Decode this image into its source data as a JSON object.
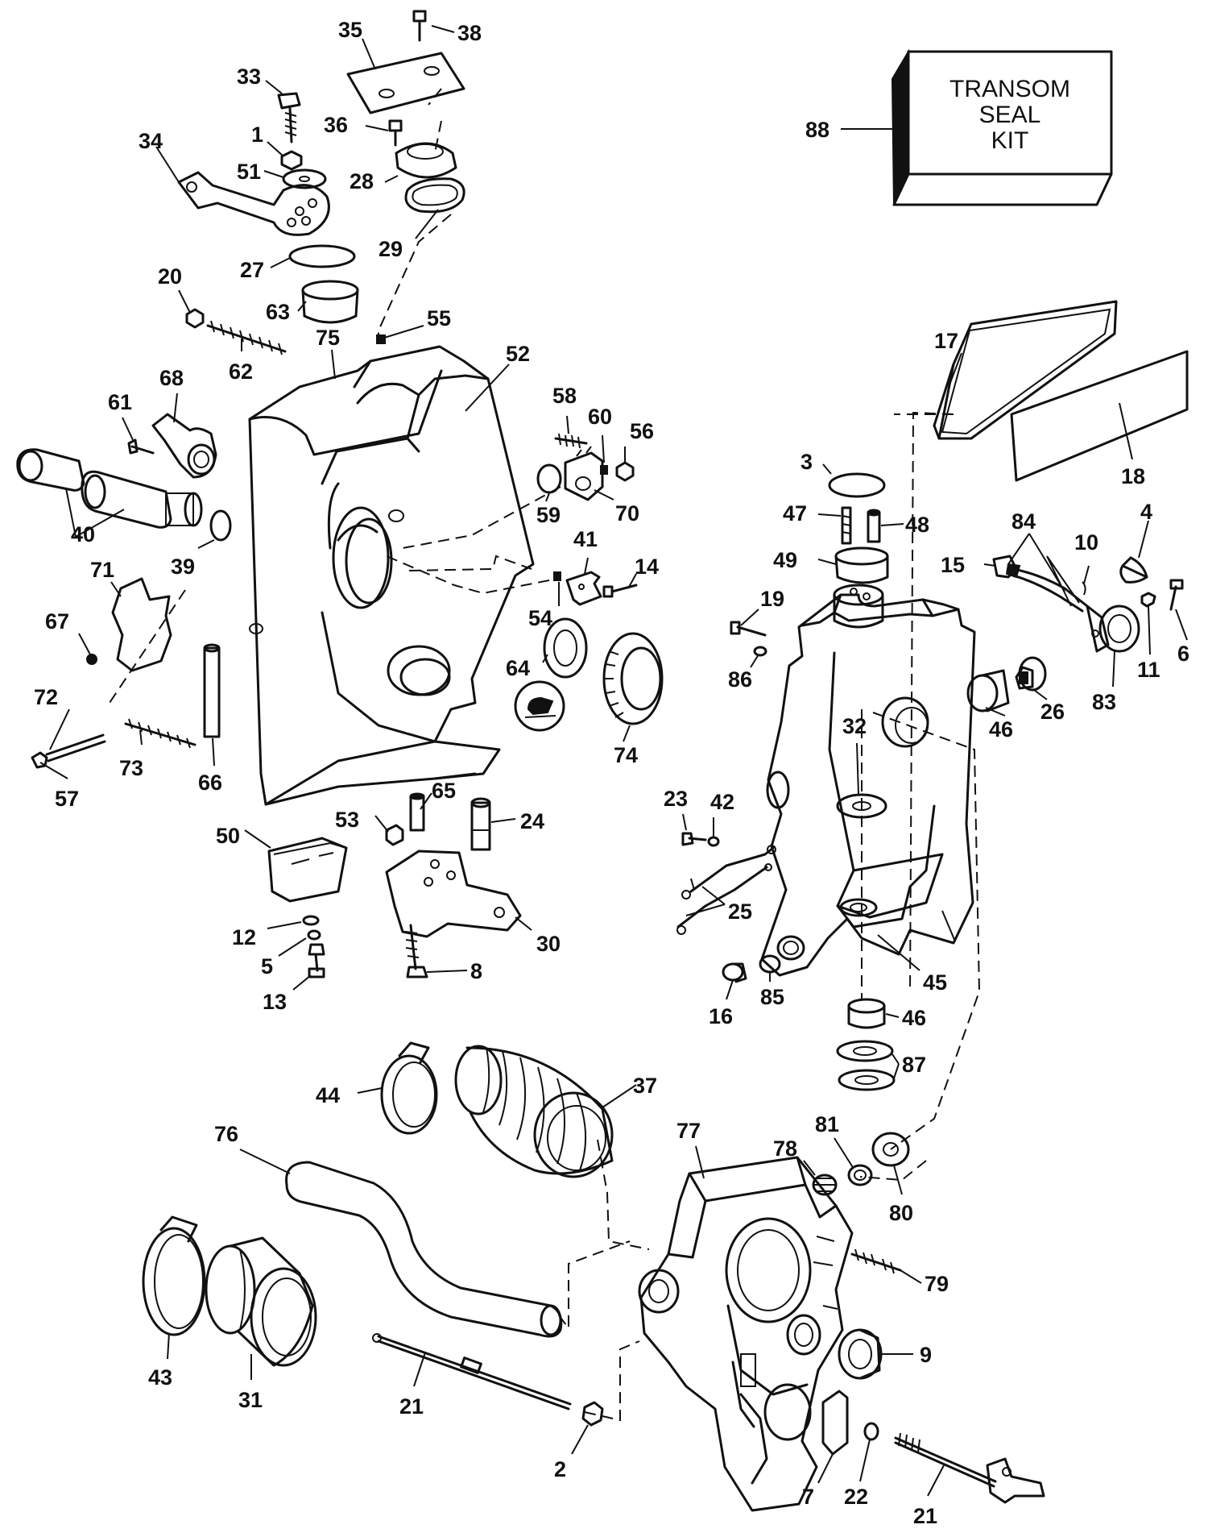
{
  "kit_box": {
    "lines": [
      "TRANSOM",
      "SEAL",
      "KIT"
    ]
  },
  "callouts": [
    {
      "id": "c35",
      "text": "35"
    },
    {
      "id": "c38",
      "text": "38"
    },
    {
      "id": "c33",
      "text": "33"
    },
    {
      "id": "c36",
      "text": "36"
    },
    {
      "id": "c1",
      "text": "1"
    },
    {
      "id": "c34",
      "text": "34"
    },
    {
      "id": "c51",
      "text": "51"
    },
    {
      "id": "c28",
      "text": "28"
    },
    {
      "id": "c29",
      "text": "29"
    },
    {
      "id": "c27",
      "text": "27"
    },
    {
      "id": "c20",
      "text": "20"
    },
    {
      "id": "c63",
      "text": "63"
    },
    {
      "id": "c55",
      "text": "55"
    },
    {
      "id": "c75",
      "text": "75"
    },
    {
      "id": "c52",
      "text": "52"
    },
    {
      "id": "c62",
      "text": "62"
    },
    {
      "id": "c68",
      "text": "68"
    },
    {
      "id": "c61",
      "text": "61"
    },
    {
      "id": "c58",
      "text": "58"
    },
    {
      "id": "c60",
      "text": "60"
    },
    {
      "id": "c56",
      "text": "56"
    },
    {
      "id": "c59",
      "text": "59"
    },
    {
      "id": "c70",
      "text": "70"
    },
    {
      "id": "c40",
      "text": "40"
    },
    {
      "id": "c39",
      "text": "39"
    },
    {
      "id": "c71",
      "text": "71"
    },
    {
      "id": "c41",
      "text": "41"
    },
    {
      "id": "c14",
      "text": "14"
    },
    {
      "id": "c54",
      "text": "54"
    },
    {
      "id": "c67",
      "text": "67"
    },
    {
      "id": "c64",
      "text": "64"
    },
    {
      "id": "c72",
      "text": "72"
    },
    {
      "id": "c74",
      "text": "74"
    },
    {
      "id": "c73",
      "text": "73"
    },
    {
      "id": "c66",
      "text": "66"
    },
    {
      "id": "c57",
      "text": "57"
    },
    {
      "id": "c65",
      "text": "65"
    },
    {
      "id": "c53",
      "text": "53"
    },
    {
      "id": "c24",
      "text": "24"
    },
    {
      "id": "c50",
      "text": "50"
    },
    {
      "id": "c30",
      "text": "30"
    },
    {
      "id": "c12",
      "text": "12"
    },
    {
      "id": "c5",
      "text": "5"
    },
    {
      "id": "c8",
      "text": "8"
    },
    {
      "id": "c13",
      "text": "13"
    },
    {
      "id": "c88",
      "text": "88"
    },
    {
      "id": "c17",
      "text": "17"
    },
    {
      "id": "c18",
      "text": "18"
    },
    {
      "id": "c3",
      "text": "3"
    },
    {
      "id": "c47",
      "text": "47"
    },
    {
      "id": "c48",
      "text": "48"
    },
    {
      "id": "c49",
      "text": "49"
    },
    {
      "id": "c84",
      "text": "84"
    },
    {
      "id": "c4",
      "text": "4"
    },
    {
      "id": "c15",
      "text": "15"
    },
    {
      "id": "c10",
      "text": "10"
    },
    {
      "id": "c19",
      "text": "19"
    },
    {
      "id": "c6",
      "text": "6"
    },
    {
      "id": "c11",
      "text": "11"
    },
    {
      "id": "c83",
      "text": "83"
    },
    {
      "id": "c86",
      "text": "86"
    },
    {
      "id": "c26",
      "text": "26"
    },
    {
      "id": "c46a",
      "text": "46"
    },
    {
      "id": "c32",
      "text": "32"
    },
    {
      "id": "c23",
      "text": "23"
    },
    {
      "id": "c42",
      "text": "42"
    },
    {
      "id": "c25",
      "text": "25"
    },
    {
      "id": "c45",
      "text": "45"
    },
    {
      "id": "c16",
      "text": "16"
    },
    {
      "id": "c85",
      "text": "85"
    },
    {
      "id": "c46b",
      "text": "46"
    },
    {
      "id": "c87",
      "text": "87"
    },
    {
      "id": "c44",
      "text": "44"
    },
    {
      "id": "c37",
      "text": "37"
    },
    {
      "id": "c76",
      "text": "76"
    },
    {
      "id": "c77",
      "text": "77"
    },
    {
      "id": "c81",
      "text": "81"
    },
    {
      "id": "c78",
      "text": "78"
    },
    {
      "id": "c80",
      "text": "80"
    },
    {
      "id": "c79",
      "text": "79"
    },
    {
      "id": "c9",
      "text": "9"
    },
    {
      "id": "c43",
      "text": "43"
    },
    {
      "id": "c31",
      "text": "31"
    },
    {
      "id": "c21a",
      "text": "21"
    },
    {
      "id": "c2",
      "text": "2"
    },
    {
      "id": "c7",
      "text": "7"
    },
    {
      "id": "c22",
      "text": "22"
    },
    {
      "id": "c21b",
      "text": "21"
    }
  ]
}
